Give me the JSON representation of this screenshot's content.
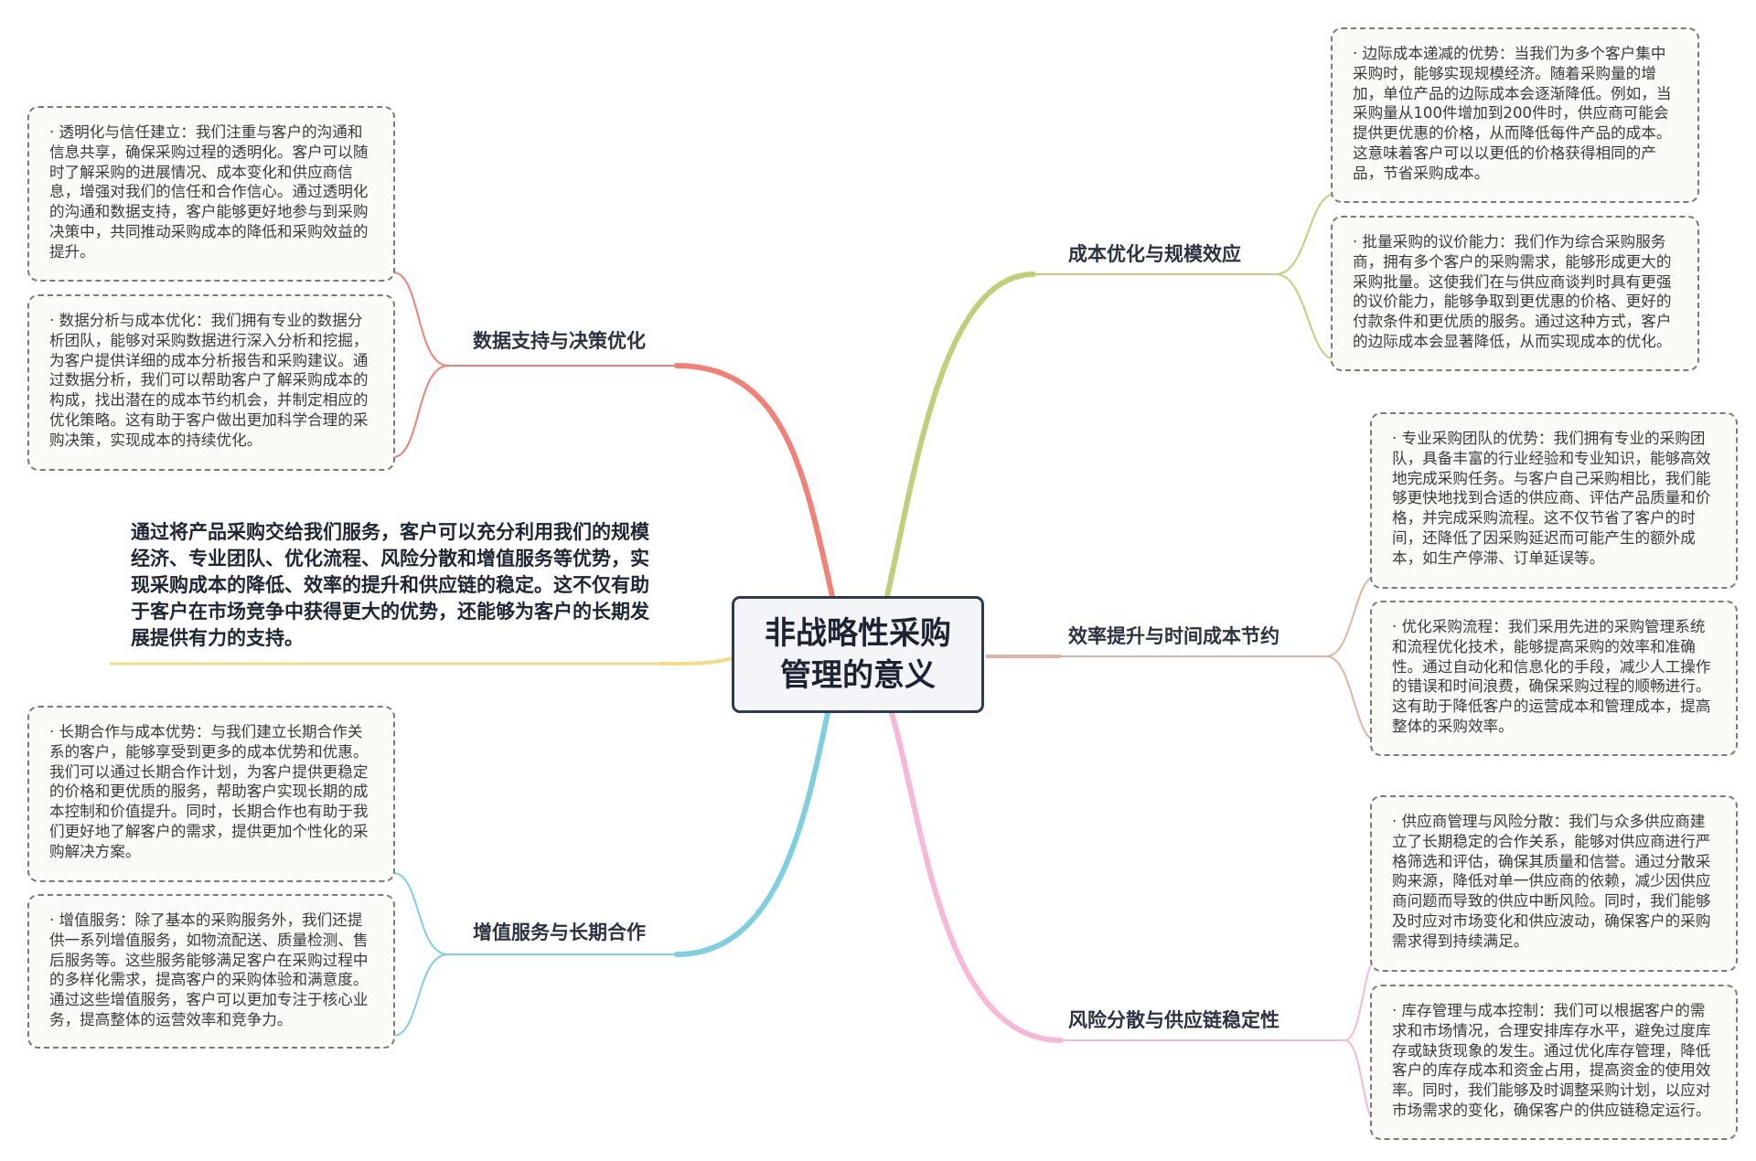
{
  "center": {
    "title": "非战略性采购\n管理的意义"
  },
  "summary": "通过将产品采购交给我们服务，客户可以充分利用我们的规模经济、专业团队、优化流程、风险分散和增值服务等优势，实现采购成本的降低、效率的提升和供应链的稳定。这不仅有助于客户在市场竞争中获得更大的优势，还能够为客户的长期发展提供有力的支持。",
  "colors": {
    "center_border": "#2e3a4f",
    "data_branch": "#f08078",
    "cost_branch": "#c2cf7a",
    "efficiency_branch": "#d8b5a8",
    "risk_branch": "#f7b8d8",
    "service_branch": "#7fcfe0",
    "summary_branch": "#f2dc8a"
  },
  "branches": {
    "data": {
      "label": "数据支持与决策优化",
      "notes": [
        "· 透明化与信任建立：我们注重与客户的沟通和信息共享，确保采购过程的透明化。客户可以随时了解采购的进展情况、成本变化和供应商信息，增强对我们的信任和合作信心。通过透明化的沟通和数据支持，客户能够更好地参与到采购决策中，共同推动采购成本的降低和采购效益的提升。",
        "· 数据分析与成本优化：我们拥有专业的数据分析团队，能够对采购数据进行深入分析和挖掘，为客户提供详细的成本分析报告和采购建议。通过数据分析，我们可以帮助客户了解采购成本的构成，找出潜在的成本节约机会，并制定相应的优化策略。这有助于客户做出更加科学合理的采购决策，实现成本的持续优化。"
      ]
    },
    "cost": {
      "label": "成本优化与规模效应",
      "notes": [
        "· 边际成本递减的优势：当我们为多个客户集中采购时，能够实现规模经济。随着采购量的增加，单位产品的边际成本会逐渐降低。例如，当采购量从100件增加到200件时，供应商可能会提供更优惠的价格，从而降低每件产品的成本。这意味着客户可以以更低的价格获得相同的产品，节省采购成本。",
        "· 批量采购的议价能力：我们作为综合采购服务商，拥有多个客户的采购需求，能够形成更大的采购批量。这使我们在与供应商谈判时具有更强的议价能力，能够争取到更优惠的价格、更好的付款条件和更优质的服务。通过这种方式，客户的边际成本会显著降低，从而实现成本的优化。"
      ]
    },
    "efficiency": {
      "label": "效率提升与时间成本节约",
      "notes": [
        "· 专业采购团队的优势：我们拥有专业的采购团队，具备丰富的行业经验和专业知识，能够高效地完成采购任务。与客户自己采购相比，我们能够更快地找到合适的供应商、评估产品质量和价格，并完成采购流程。这不仅节省了客户的时间，还降低了因采购延迟而可能产生的额外成本，如生产停滞、订单延误等。",
        "· 优化采购流程：我们采用先进的采购管理系统和流程优化技术，能够提高采购的效率和准确性。通过自动化和信息化的手段，减少人工操作的错误和时间浪费，确保采购过程的顺畅进行。这有助于降低客户的运营成本和管理成本，提高整体的采购效率。"
      ]
    },
    "service": {
      "label": "增值服务与长期合作",
      "notes": [
        "· 长期合作与成本优势：与我们建立长期合作关系的客户，能够享受到更多的成本优势和优惠。我们可以通过长期合作计划，为客户提供更稳定的价格和更优质的服务，帮助客户实现长期的成本控制和价值提升。同时，长期合作也有助于我们更好地了解客户的需求，提供更加个性化的采购解决方案。",
        "· 增值服务：除了基本的采购服务外，我们还提供一系列增值服务，如物流配送、质量检测、售后服务等。这些服务能够满足客户在采购过程中的多样化需求，提高客户的采购体验和满意度。通过这些增值服务，客户可以更加专注于核心业务，提高整体的运营效率和竞争力。"
      ]
    },
    "risk": {
      "label": "风险分散与供应链稳定性",
      "notes": [
        "· 供应商管理与风险分散：我们与众多供应商建立了长期稳定的合作关系，能够对供应商进行严格筛选和评估，确保其质量和信誉。通过分散采购来源，降低对单一供应商的依赖，减少因供应商问题而导致的供应中断风险。同时，我们能够及时应对市场变化和供应波动，确保客户的采购需求得到持续满足。",
        "· 库存管理与成本控制：我们可以根据客户的需求和市场情况，合理安排库存水平，避免过度库存或缺货现象的发生。通过优化库存管理，降低客户的库存成本和资金占用，提高资金的使用效率。同时，我们能够及时调整采购计划，以应对市场需求的变化，确保客户的供应链稳定运行。"
      ]
    }
  }
}
